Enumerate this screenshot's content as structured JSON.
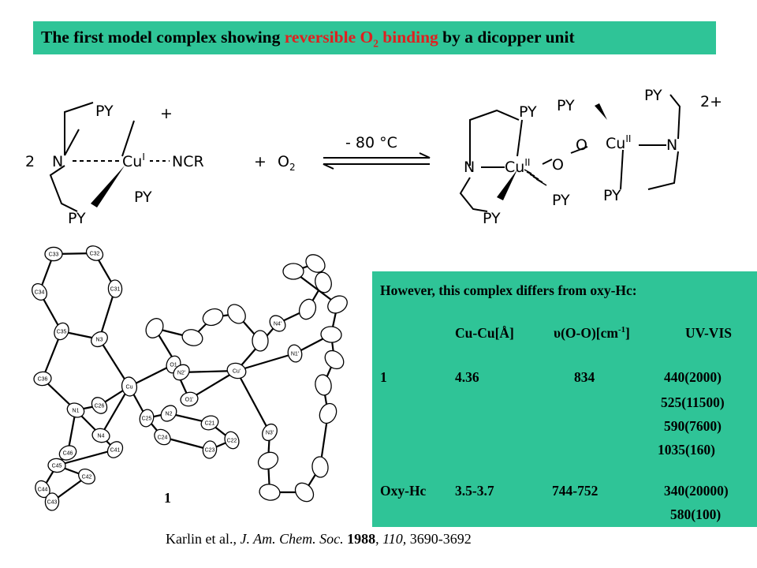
{
  "title": {
    "part1": "The first model complex showing ",
    "highlight_main": "reversible O",
    "highlight_sub": "2",
    "highlight_rest": " binding",
    "part2": " by a dicopper unit"
  },
  "scheme": {
    "coefficient": "2",
    "plus_top": "+",
    "py": "PY",
    "n": "N",
    "cu": "Cu",
    "cu1_ox": "I",
    "ncr": "NCR",
    "plus_o2": "+",
    "o2_main": "O",
    "o2_sub": "2",
    "condition": "- 80 °C",
    "cu2_ox": "II",
    "o": "O",
    "charge": "2+"
  },
  "crystal": {
    "atoms": [
      "C33",
      "C32",
      "C34",
      "C31",
      "C35",
      "N3",
      "C36",
      "N1",
      "C26",
      "Cu",
      "O1",
      "N2'",
      "O1'",
      "Cu'",
      "N4'",
      "N1'",
      "C25",
      "N2",
      "C21",
      "N4",
      "C24",
      "C22",
      "C23",
      "C41",
      "C46",
      "C45",
      "C42",
      "C44",
      "C43",
      "N3'"
    ],
    "compound_label": "1"
  },
  "info": {
    "heading": "However, this complex differs from oxy-Hc:",
    "col_cucu": "Cu-Cu[Å]",
    "col_oo_main": "υ(O-O)[cm",
    "col_oo_sup": "-1",
    "col_oo_end": "]",
    "col_uvvis": "UV-VIS",
    "row1_label": "1",
    "row1_cucu": "4.36",
    "row1_oo": "834",
    "row1_uv": [
      "440(2000)",
      "525(11500)",
      "590(7600)",
      "1035(160)"
    ],
    "row2_label": "Oxy-Hc",
    "row2_cucu": "3.5-3.7",
    "row2_oo": "744-752",
    "row2_uv": [
      "340(20000)",
      "580(100)"
    ]
  },
  "citation": {
    "authors": "Karlin et al., ",
    "journal": "J. Am. Chem. Soc.",
    "year": "1988",
    "volume": "110,",
    "pages": " 3690-3692"
  }
}
